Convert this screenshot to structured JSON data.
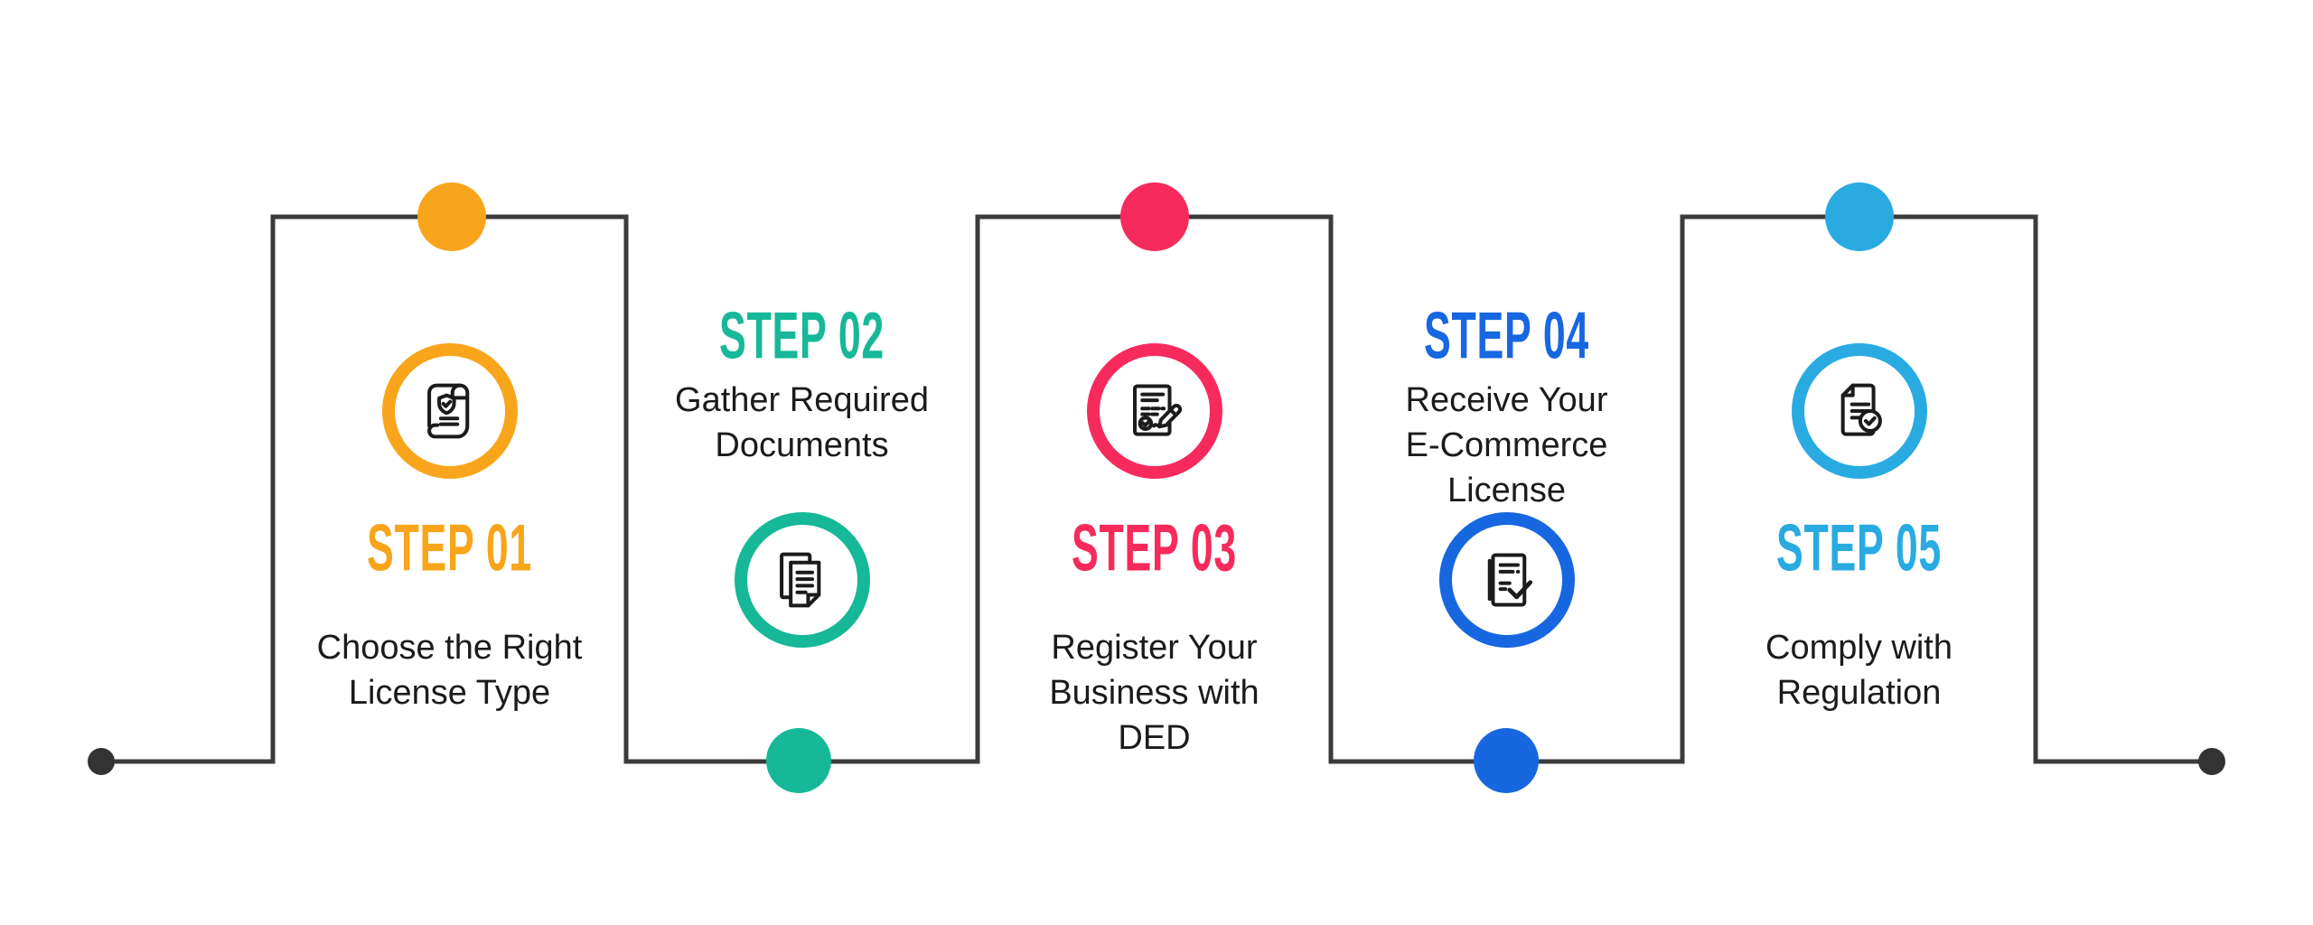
{
  "diagram": {
    "background_color": "#ffffff",
    "line_color": "#3b3b3b",
    "endpoint_color": "#333333",
    "text_color": "#1b1b1b"
  },
  "steps": [
    {
      "label": "STEP 01",
      "description": "Choose the Right\nLicense Type",
      "color": "#F9A51B",
      "icon": "license-scroll-icon",
      "node_position": "top"
    },
    {
      "label": "STEP 02",
      "description": "Gather Required\nDocuments",
      "color": "#16B897",
      "icon": "documents-icon",
      "node_position": "bottom"
    },
    {
      "label": "STEP 03",
      "description": "Register Your\nBusiness with\nDED",
      "color": "#F62B5C",
      "icon": "contract-signing-icon",
      "node_position": "top"
    },
    {
      "label": "STEP 04",
      "description": "Receive Your\nE-Commerce\nLicense",
      "color": "#1767E0",
      "icon": "approved-license-icon",
      "node_position": "bottom"
    },
    {
      "label": "STEP 05",
      "description": "Comply with\nRegulation",
      "color": "#29ABE2",
      "icon": "compliance-document-icon",
      "node_position": "top"
    }
  ]
}
